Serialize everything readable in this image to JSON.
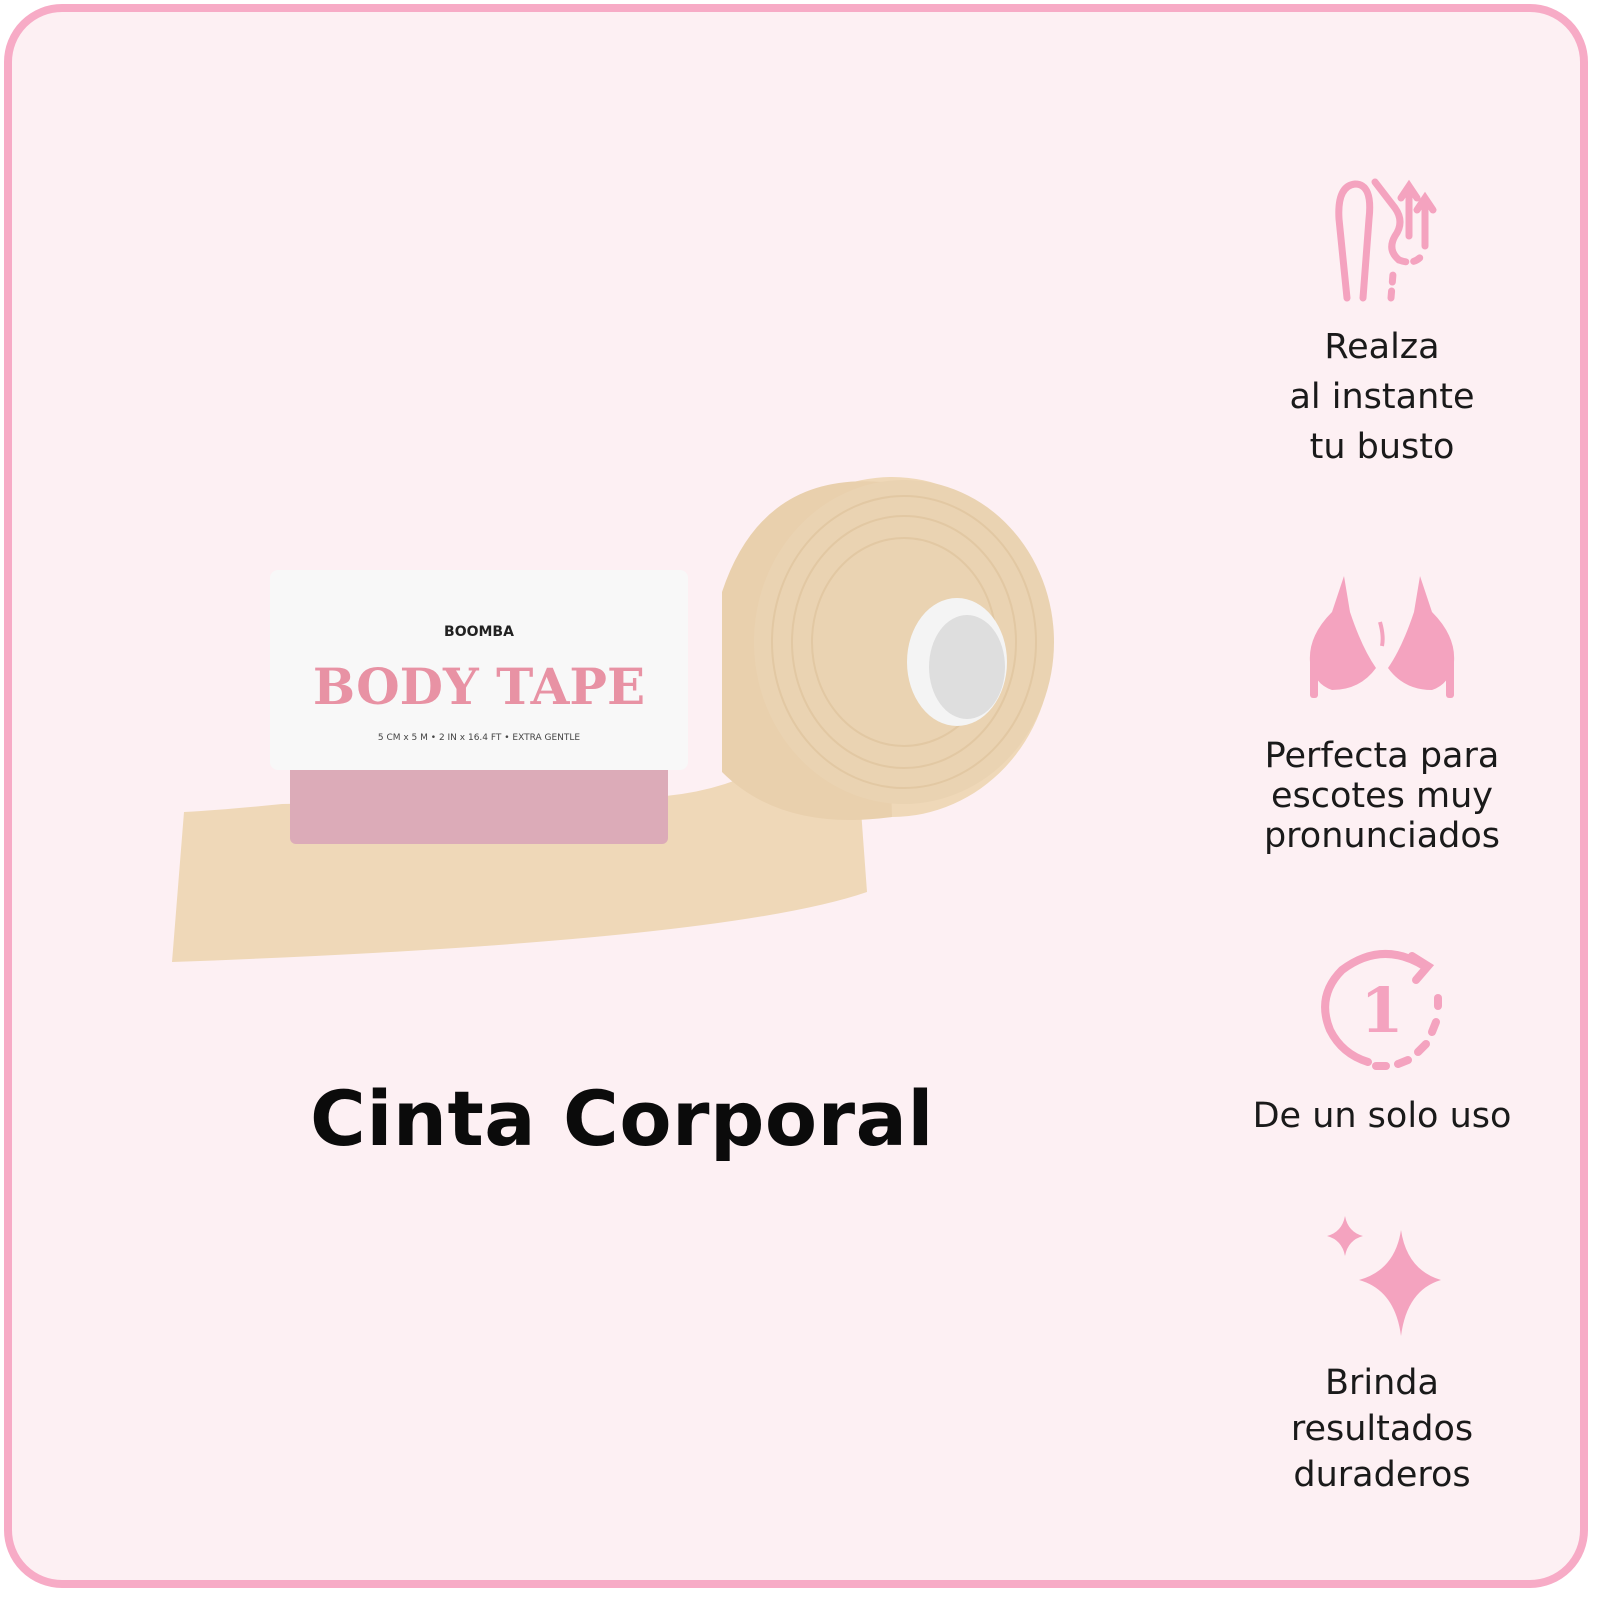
{
  "colors": {
    "background": "#fdf0f3",
    "border": "#f7abc6",
    "accent_pink": "#f4a3bf",
    "tape_beige": "#efd8b8",
    "title_text": "#0b0b0b"
  },
  "product": {
    "brand": "BOOMBA",
    "label": "BODY TAPE",
    "specs": "5 CM x 5 M  •  2 IN x 16.4 FT  •  EXTRA GENTLE",
    "title": "Cinta Corporal"
  },
  "features": [
    {
      "icon": "lift-bust-icon",
      "lines": [
        "Realza",
        "al instante",
        "tu busto"
      ]
    },
    {
      "icon": "plunge-bra-icon",
      "lines": [
        "Perfecta para",
        "escotes muy",
        "pronunciados"
      ]
    },
    {
      "icon": "single-use-icon",
      "number": "1",
      "lines": [
        "De un solo uso"
      ]
    },
    {
      "icon": "sparkle-icon",
      "lines": [
        "Brinda",
        "resultados",
        "duraderos"
      ]
    }
  ]
}
